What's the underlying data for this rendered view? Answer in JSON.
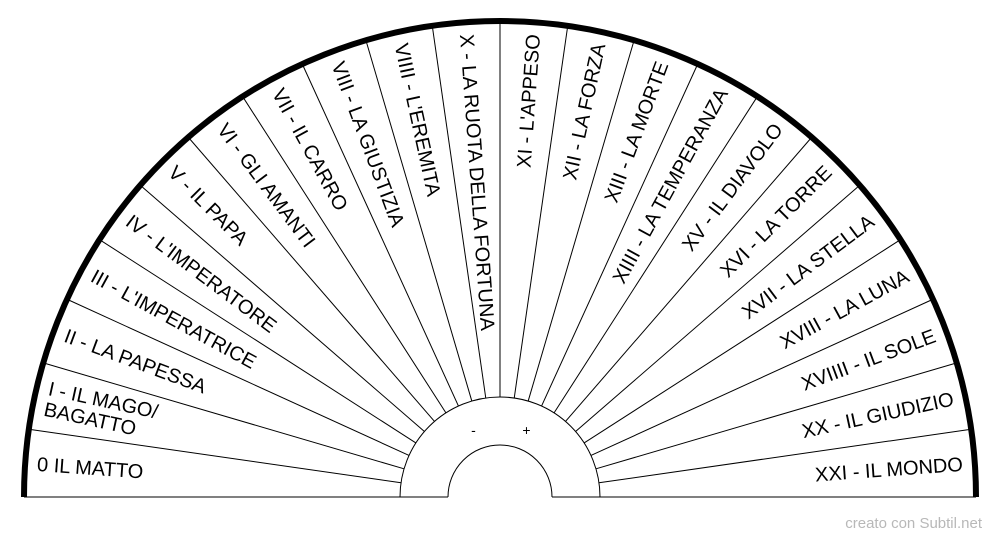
{
  "diagram": {
    "sectors": [
      {
        "lines": [
          "0 IL MATTO"
        ]
      },
      {
        "lines": [
          "I - IL MAGO/",
          "BAGATTO"
        ]
      },
      {
        "lines": [
          "II - LA PAPESSA"
        ]
      },
      {
        "lines": [
          "III - L'IMPERATRICE"
        ]
      },
      {
        "lines": [
          "IV - L'IMPERATORE"
        ]
      },
      {
        "lines": [
          "V - IL PAPA"
        ]
      },
      {
        "lines": [
          "VI - GLI AMANTI"
        ]
      },
      {
        "lines": [
          "VII - IL CARRO"
        ]
      },
      {
        "lines": [
          "VIII - LA GIUSTIZIA"
        ]
      },
      {
        "lines": [
          "VIIII - L'EREMITA"
        ]
      },
      {
        "lines": [
          "X - LA RUOTA DELLA FORTUNA"
        ]
      },
      {
        "lines": [
          "XI - L'APPESO"
        ]
      },
      {
        "lines": [
          "XII - LA FORZA"
        ]
      },
      {
        "lines": [
          "XIII - LA MORTE"
        ]
      },
      {
        "lines": [
          "XIIII - LA TEMPERANZA"
        ]
      },
      {
        "lines": [
          "XV - IL DIAVOLO"
        ]
      },
      {
        "lines": [
          "XVI - LA TORRE"
        ]
      },
      {
        "lines": [
          "XVII - LA STELLA"
        ]
      },
      {
        "lines": [
          "XVIII - LA LUNA"
        ]
      },
      {
        "lines": [
          "XVIIII - IL SOLE"
        ]
      },
      {
        "lines": [
          "XX - IL GIUDIZIO"
        ]
      },
      {
        "lines": [
          "XXI - IL MONDO"
        ]
      }
    ],
    "minus_sign": "-",
    "plus_sign": "+"
  },
  "footer": {
    "credit": "creato con Subtil.net"
  }
}
